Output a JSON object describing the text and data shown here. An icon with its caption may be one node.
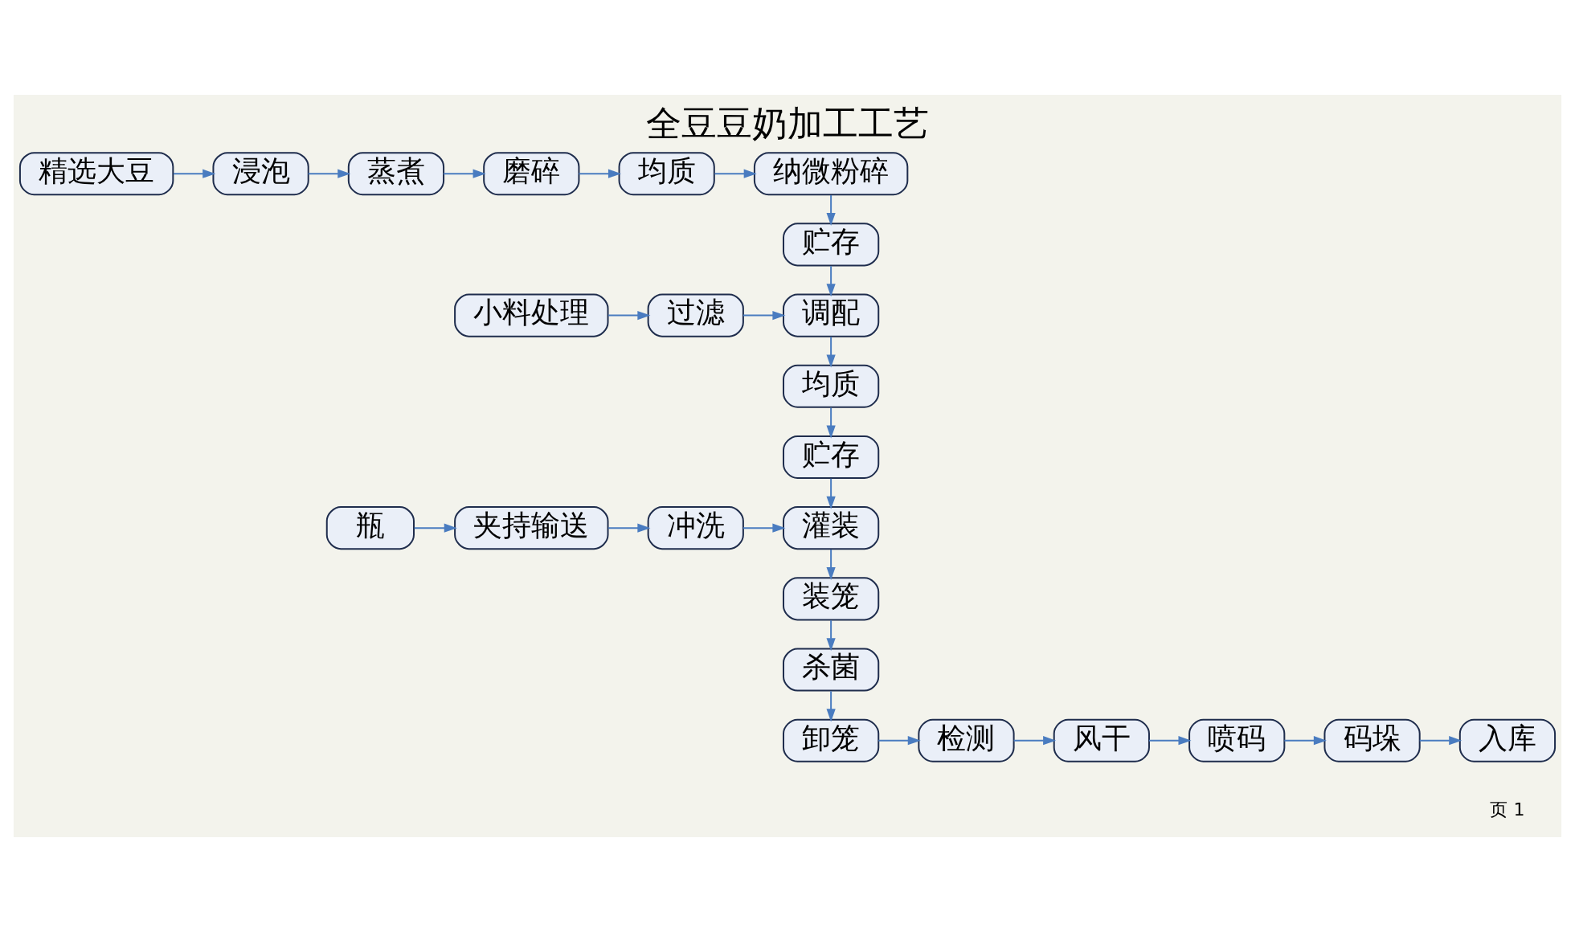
{
  "diagram": {
    "title": "全豆豆奶加工工艺",
    "nodes": [
      {
        "text": [
          "精选大豆"
        ]
      },
      {
        "text": [
          "浸泡"
        ]
      },
      {
        "text": [
          "蒸煮"
        ]
      },
      {
        "text": [
          "磨碎"
        ]
      },
      {
        "text": [
          "均质"
        ]
      },
      {
        "text": [
          "纳微粉碎"
        ]
      },
      {
        "text": [
          "贮存"
        ]
      },
      {
        "text": [
          "小料处理"
        ]
      },
      {
        "text": [
          "过滤"
        ]
      },
      {
        "text": [
          "调配"
        ]
      },
      {
        "text": [
          "均质"
        ]
      },
      {
        "text": [
          "贮存"
        ]
      },
      {
        "text": [
          "瓶"
        ]
      },
      {
        "text": [
          "夹持输送"
        ]
      },
      {
        "text": [
          "冲洗"
        ]
      },
      {
        "text": [
          "灌装"
        ]
      },
      {
        "text": [
          "装笼"
        ]
      },
      {
        "text": [
          "杀菌"
        ]
      },
      {
        "text": [
          "卸笼"
        ]
      },
      {
        "text": [
          "检测"
        ]
      },
      {
        "text": [
          "风干"
        ]
      },
      {
        "text": [
          "喷码"
        ]
      },
      {
        "text": [
          "码垛"
        ]
      },
      {
        "text": [
          "入库"
        ]
      }
    ],
    "edges": [
      {
        "from": 0,
        "to": 1,
        "arrow": "to"
      },
      {
        "from": 1,
        "to": 2,
        "arrow": "to"
      },
      {
        "from": 2,
        "to": 3,
        "arrow": "to"
      },
      {
        "from": 3,
        "to": 4,
        "arrow": "to"
      },
      {
        "from": 4,
        "to": 5,
        "arrow": "to"
      },
      {
        "from": 5,
        "to": 6,
        "arrow": "to"
      },
      {
        "from": 6,
        "to": 9,
        "arrow": "to"
      },
      {
        "from": 7,
        "to": 8,
        "arrow": "to"
      },
      {
        "from": 8,
        "to": 9,
        "arrow": "to"
      },
      {
        "from": 9,
        "to": 10,
        "arrow": "to"
      },
      {
        "from": 10,
        "to": 11,
        "arrow": "to"
      },
      {
        "from": 11,
        "to": 15,
        "arrow": "to"
      },
      {
        "from": 12,
        "to": 13,
        "arrow": "to"
      },
      {
        "from": 13,
        "to": 14,
        "arrow": "to"
      },
      {
        "from": 14,
        "to": 15,
        "arrow": "to"
      },
      {
        "from": 15,
        "to": 16,
        "arrow": "to"
      },
      {
        "from": 16,
        "to": 17,
        "arrow": "to"
      },
      {
        "from": 17,
        "to": 18,
        "arrow": "to"
      },
      {
        "from": 18,
        "to": 19,
        "arrow": "to"
      },
      {
        "from": 19,
        "to": 20,
        "arrow": "to"
      },
      {
        "from": 20,
        "to": 21,
        "arrow": "to"
      },
      {
        "from": 21,
        "to": 22,
        "arrow": "to"
      },
      {
        "from": 22,
        "to": 23,
        "arrow": "to"
      }
    ],
    "labels": [
      "页 1"
    ]
  }
}
